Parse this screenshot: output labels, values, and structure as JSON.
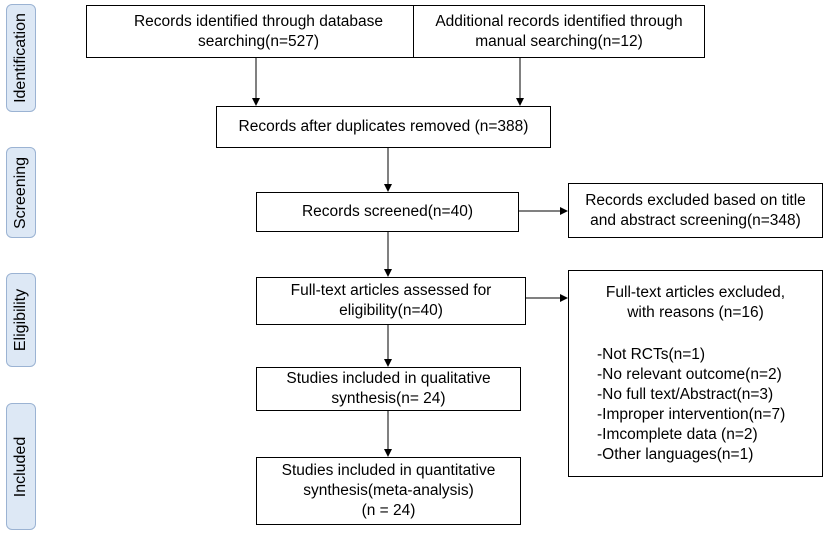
{
  "phases": {
    "identification": "Identification",
    "screening": "Screening",
    "eligibility": "Eligibility",
    "included": "Included"
  },
  "boxes": {
    "database": "Records identified through database\nsearching(n=527)",
    "manual": "Additional records identified through\nmanual searching(n=12)",
    "duplicates_removed": "Records after duplicates removed (n=388)",
    "screened": "Records screened(n=40)",
    "excluded_title": "Records excluded based on title\nand abstract screening(n=348)",
    "fulltext_assessed": "Full-text articles assessed for\neligibility(n=40)",
    "qualitative": "Studies included in qualitative\nsynthesis(n= 24)",
    "quantitative": "Studies included in quantitative\nsynthesis(meta-analysis)\n(n = 24)"
  },
  "fulltext_excluded": {
    "header": "Full-text articles excluded,\nwith reasons (n=16)",
    "reasons": [
      "-Not RCTs(n=1)",
      "-No relevant outcome(n=2)",
      "-No full text/Abstract(n=3)",
      "-Improper intervention(n=7)",
      "-Imcomplete data (n=2)",
      "-Other languages(n=1)"
    ]
  }
}
